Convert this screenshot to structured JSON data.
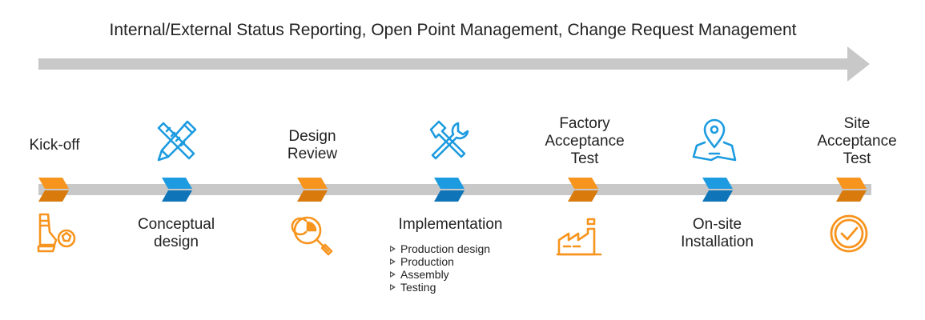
{
  "header": {
    "text": "Internal/External Status Reporting, Open Point Management, Change Request Management"
  },
  "colors": {
    "orange": "#F7941D",
    "orange_dark": "#D87A0C",
    "blue": "#1C9BE0",
    "blue_dark": "#0F74B8",
    "track": "#C8C8C8",
    "arrow": "#C8C8C8"
  },
  "milestones": [
    {
      "label": "Kick-off",
      "color": "orange",
      "icon": "football-shoe-icon"
    },
    {
      "label": "Conceptual design",
      "color": "blue",
      "icon": "pencil-ruler-icon"
    },
    {
      "label": "Design Review",
      "color": "orange",
      "icon": "magnifier-pie-chart-icon"
    },
    {
      "label": "Implementation",
      "color": "blue",
      "icon": "wrench-hammer-icon",
      "subitems": [
        "Production design",
        "Production",
        "Assembly",
        "Testing"
      ]
    },
    {
      "label": "Factory Acceptance Test",
      "color": "orange",
      "icon": "factory-icon"
    },
    {
      "label": "On-site Installation",
      "color": "blue",
      "icon": "map-location-pin-icon"
    },
    {
      "label": "Site Acceptance Test",
      "color": "orange",
      "icon": "check-circle-icon"
    }
  ]
}
